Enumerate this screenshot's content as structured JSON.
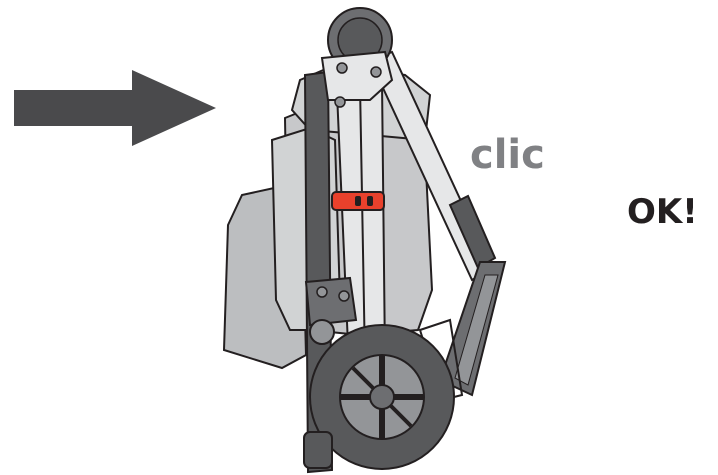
{
  "labels": {
    "clic": "clic",
    "ok": "OK!"
  },
  "colors": {
    "arrow": "#4a4a4c",
    "frame_dark": "#58595b",
    "frame_light": "#e6e7e8",
    "fabric": "#bcbec0",
    "fabric_dark": "#939598",
    "lock_clip": "#e8412c",
    "clic_text": "#808184",
    "ok_text": "#231f20"
  },
  "icons": [
    "direction-arrow-icon",
    "folded-stroller-illustration",
    "lock-clip-icon"
  ]
}
